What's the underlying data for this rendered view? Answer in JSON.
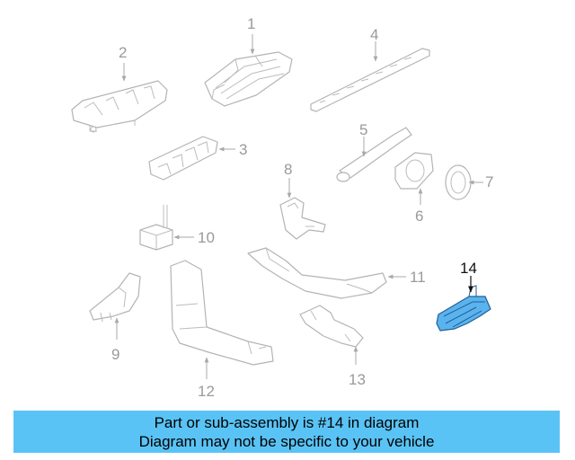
{
  "callouts": [
    "1",
    "2",
    "3",
    "4",
    "5",
    "6",
    "7",
    "8",
    "9",
    "10",
    "11",
    "12",
    "13",
    "14"
  ],
  "highlighted_part": "14",
  "colors": {
    "highlight_fill": "#5bb3ee",
    "highlight_stroke": "#1f5f96",
    "banner": "#5ac3f5",
    "line_art": "#b4b4b4"
  },
  "banner": {
    "line1": "Part or sub-assembly is #14 in diagram",
    "line2": "Diagram may not be specific to your vehicle"
  }
}
